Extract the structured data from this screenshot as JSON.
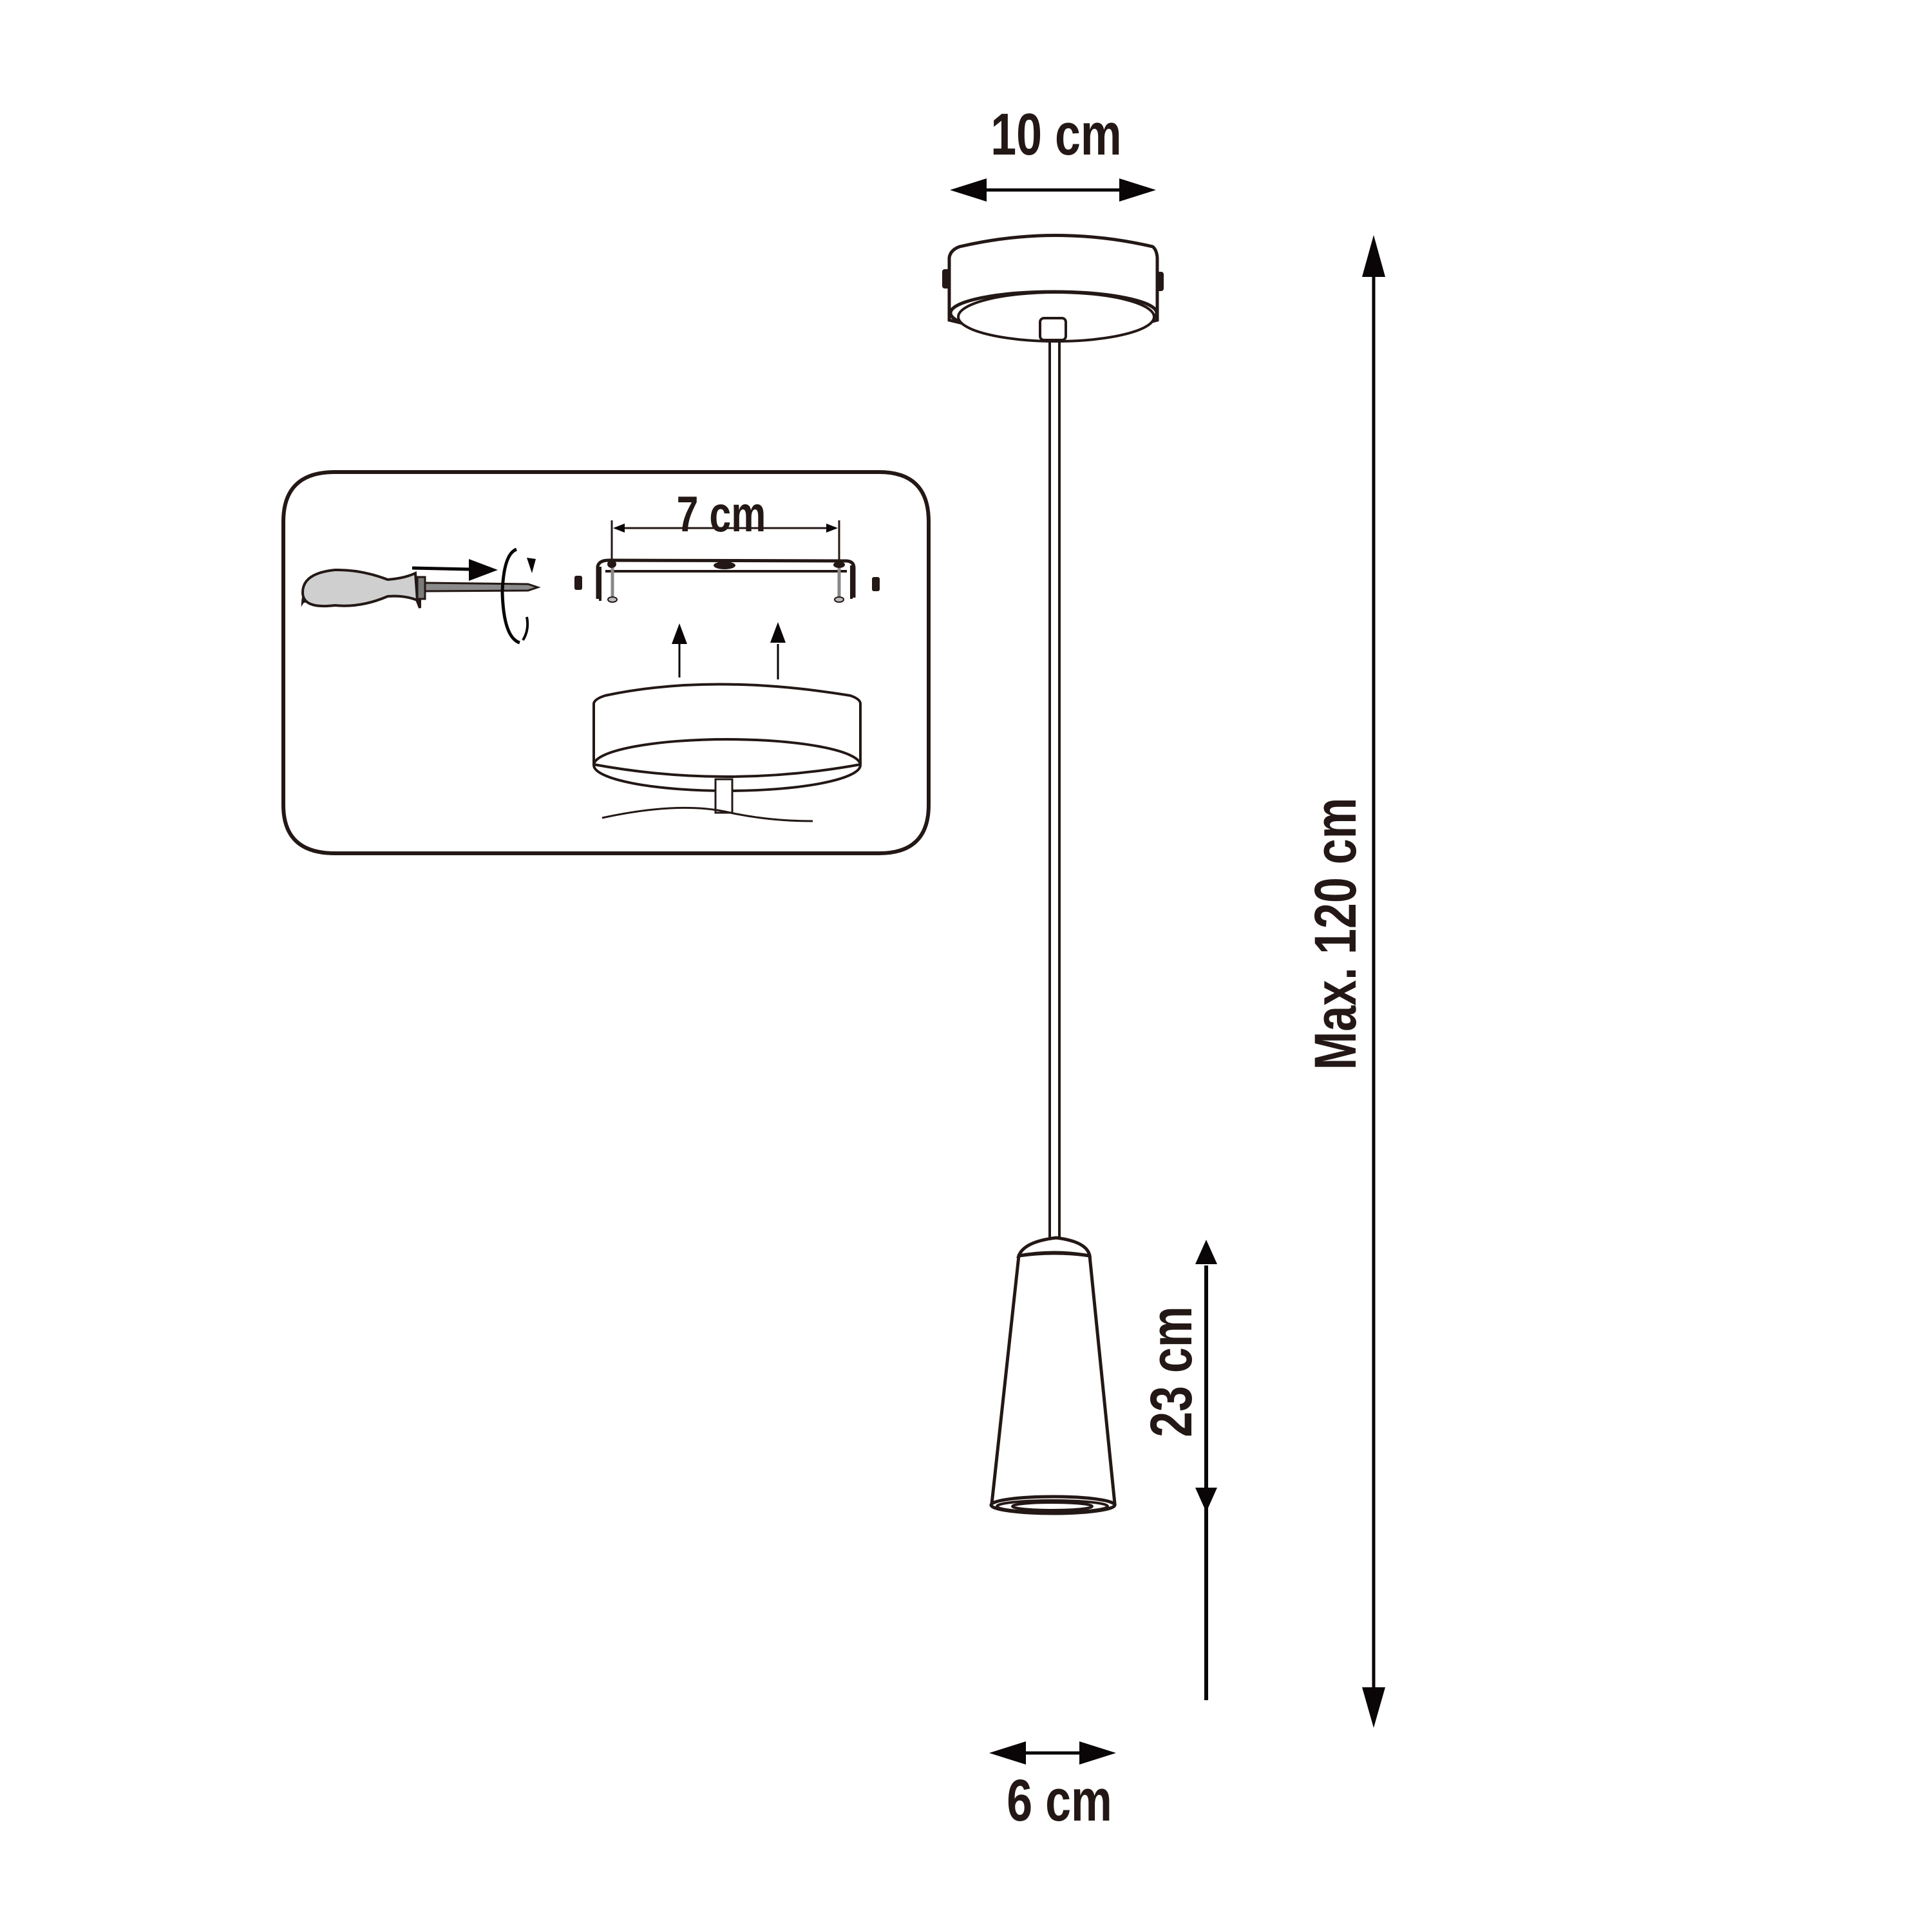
{
  "diagram": {
    "subject": "Pendant lamp dimension drawing",
    "stroke_color": "#231815",
    "background": "#ffffff"
  },
  "dimensions": {
    "canopy_width": {
      "label": "10 cm",
      "orientation": "horizontal"
    },
    "max_height": {
      "label": "Max. 120 cm",
      "orientation": "vertical"
    },
    "shade_height": {
      "label": "23 cm",
      "orientation": "vertical"
    },
    "shade_diameter": {
      "label": "6 cm",
      "orientation": "horizontal"
    }
  },
  "inset": {
    "title": "Mounting bracket installation",
    "bracket_spacing": {
      "label": "7 cm"
    },
    "icons": [
      "screwdriver-icon",
      "rotation-arrow-icon",
      "push-arrow-icon",
      "mounting-bracket-icon",
      "screw-icon",
      "canopy-icon",
      "up-arrow-icon"
    ]
  },
  "components": [
    "ceiling-canopy",
    "suspension-rod",
    "cone-lampshade"
  ]
}
